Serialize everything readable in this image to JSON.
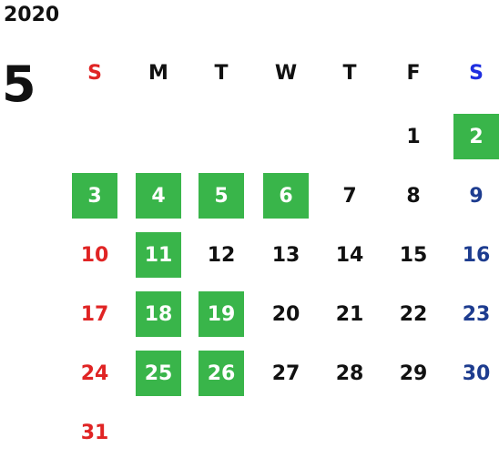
{
  "calendar": {
    "year": "2020",
    "month": "5",
    "weekdays": [
      "S",
      "M",
      "T",
      "W",
      "T",
      "F",
      "S"
    ],
    "first_weekday_index": 5,
    "days_in_month": 31,
    "highlighted_days": [
      2,
      3,
      4,
      5,
      6,
      11,
      18,
      19,
      25,
      26
    ],
    "colors": {
      "sunday": "#e02424",
      "saturday_header": "#1f2fe0",
      "saturday_days": "#1d3c8f",
      "weekday": "#111111",
      "highlight_bg": "#39b54a",
      "highlight_text": "#ffffff"
    }
  }
}
